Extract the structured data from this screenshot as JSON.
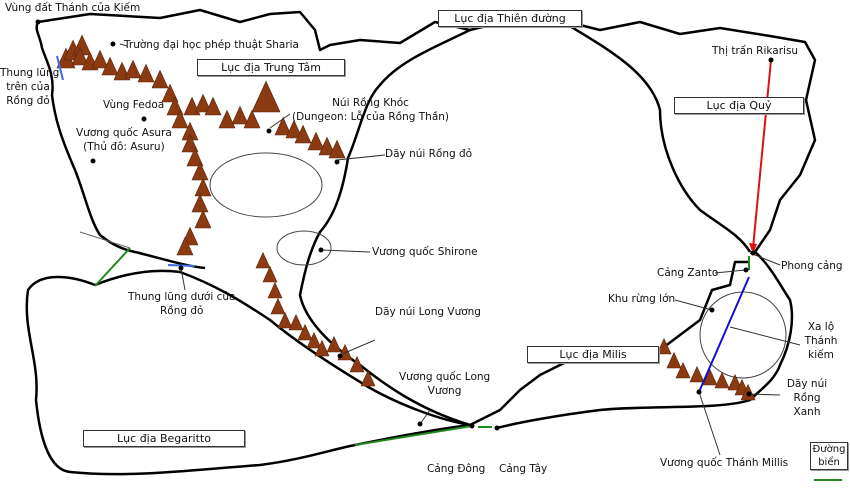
{
  "regions": {
    "central": "Lục địa Trung Tâm",
    "heaven": "Lục địa Thiên đường",
    "demon": "Lục địa Quỷ",
    "millis": "Lục địa Milis",
    "begaritto": "Lục địa Begaritto"
  },
  "places": {
    "sword_sanctuary": "Vùng đất Thánh của Kiếm",
    "sharia": "Trường đại học phép thuật Sharia",
    "upper_valley": [
      "Thung lũng",
      "trên của",
      "Rồng đỏ"
    ],
    "fedoa": "Vùng Fedoa",
    "asura": [
      "Vương quốc Asura",
      "(Thủ đô: Asuru)"
    ],
    "wailing_dragon": [
      "Núi Rồng Khóc",
      "(Dungeon: Lỗ của Rồng Thần)"
    ],
    "red_dragon_mountains": "Dãy núi Rồng đỏ",
    "shirone": "Vương quốc Shirone",
    "lower_valley": [
      "Thung lũng dưới của",
      "Rồng đỏ"
    ],
    "long_vuong_mountains": "Dãy núi Long Vương",
    "long_vuong_kingdom": [
      "Vương quốc Long",
      "Vương"
    ],
    "east_port": "Cảng Đông",
    "west_port": "Cảng Tây",
    "rikarisu": "Thị trấn Rikarisu",
    "wind_port": "Phong cảng",
    "zanto": "Cảng Zanto",
    "great_forest": "Khu rừng lớn",
    "holy_sword_highway": [
      "Xa lộ",
      "Thánh",
      "kiếm"
    ],
    "blue_dragon_mountains": [
      "Dãy núi",
      "Rồng",
      "Xanh"
    ],
    "millis_kingdom": "Vương quốc Thánh Millis"
  },
  "legend": {
    "sea_route": [
      "Đường",
      "biển"
    ]
  },
  "colors": {
    "mountain": "#8b3a12",
    "sea_route": "#1e8a1e",
    "land_route_red": "#e01010",
    "land_route_blue": "#1010d0",
    "pass": "#3b6fe0"
  }
}
